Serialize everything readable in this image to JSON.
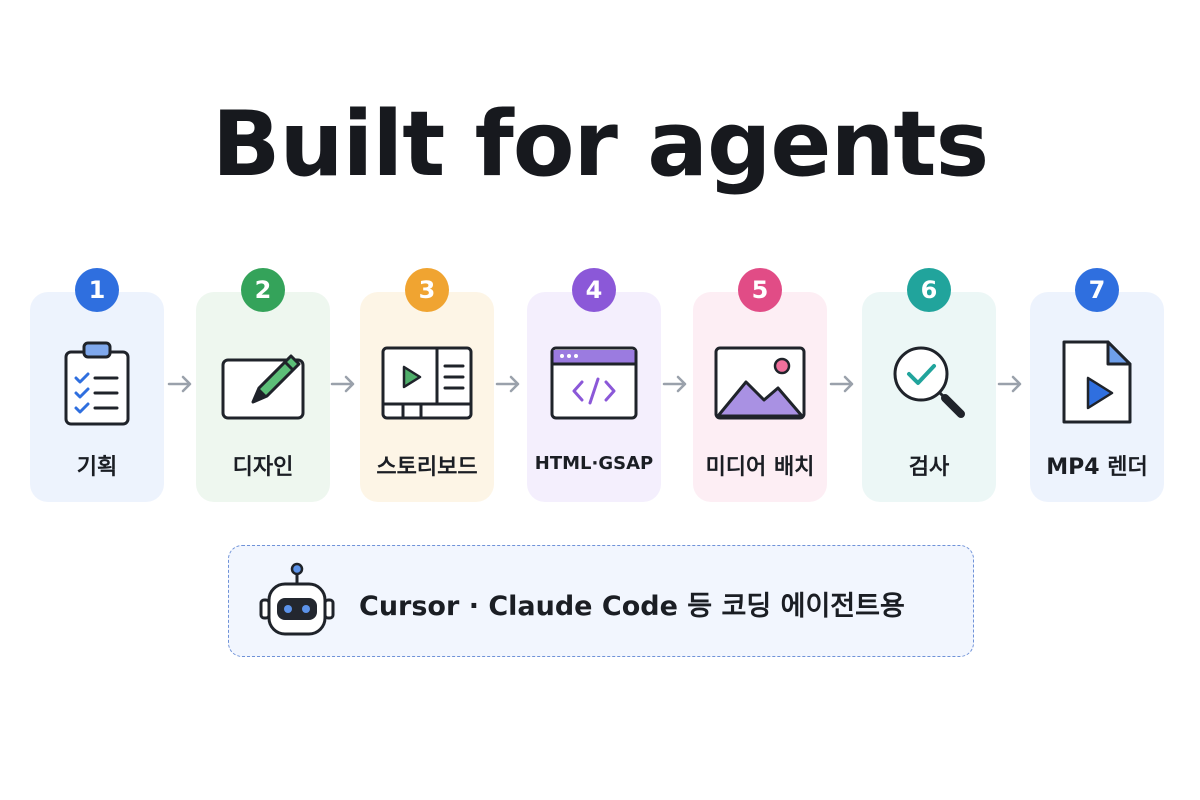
{
  "title": "Built for agents",
  "steps": [
    {
      "number": "1",
      "label": "기획",
      "icon": "clipboard-checklist-icon",
      "color": "#2f6fdf",
      "bg": "#edf3fd"
    },
    {
      "number": "2",
      "label": "디자인",
      "icon": "pencil-board-icon",
      "color": "#34a35a",
      "bg": "#eef7ef"
    },
    {
      "number": "3",
      "label": "스토리보드",
      "icon": "storyboard-icon",
      "color": "#f0a431",
      "bg": "#fdf5e6"
    },
    {
      "number": "4",
      "label": "HTML·GSAP",
      "icon": "code-window-icon",
      "color": "#8b58d8",
      "bg": "#f4effd"
    },
    {
      "number": "5",
      "label": "미디어 배치",
      "icon": "image-icon",
      "color": "#e14c86",
      "bg": "#fdeef4"
    },
    {
      "number": "6",
      "label": "검사",
      "icon": "magnifier-check-icon",
      "color": "#21a49c",
      "bg": "#ecf7f6"
    },
    {
      "number": "7",
      "label": "MP4 렌더",
      "icon": "video-file-icon",
      "color": "#2f6fdf",
      "bg": "#edf3fd"
    }
  ],
  "agent_note": {
    "text": "Cursor · Claude Code 등 코딩 에이전트용",
    "icon": "robot-icon"
  }
}
